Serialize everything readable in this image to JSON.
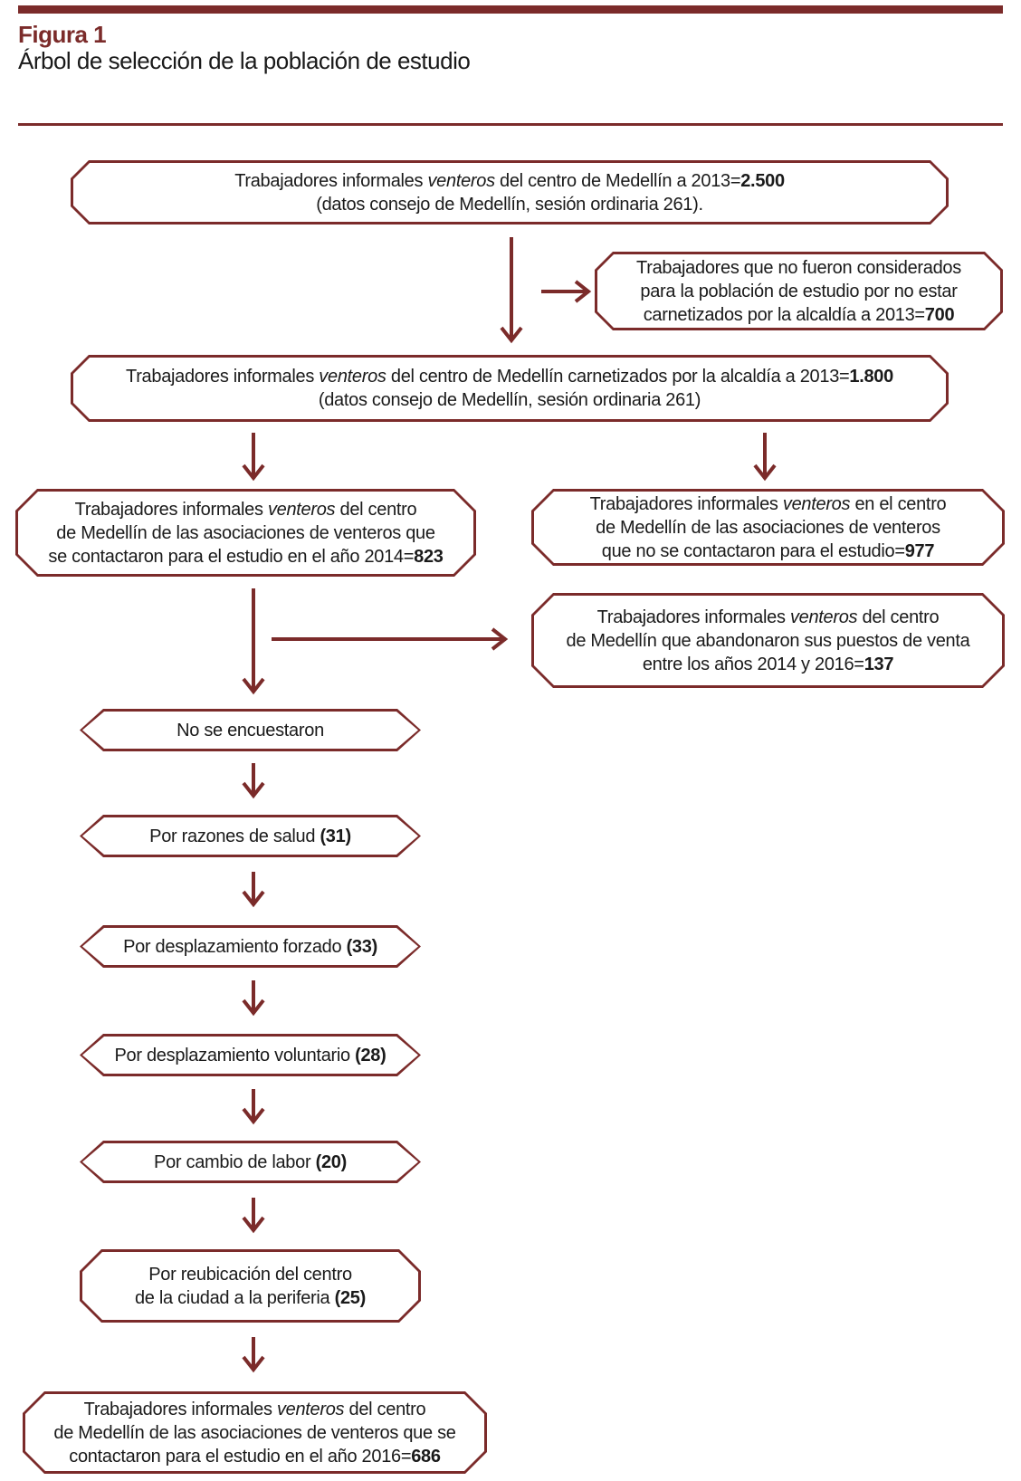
{
  "header": {
    "figure_label": "Figura 1",
    "figure_title": "Árbol de selección de la población de estudio"
  },
  "colors": {
    "accent": "#7b2b2a",
    "text": "#1a1a1a",
    "node_fill": "#ffffff"
  },
  "icons": {
    "arrow_down": "↓",
    "arrow_right": "→"
  },
  "flowchart": {
    "nodes": [
      {
        "id": "informal-workers-2013-total",
        "lines": [
          [
            {
              "text": "Trabajadores informales "
            },
            {
              "text": "venteros",
              "italic": true
            },
            {
              "text": " del centro de Medellín a 2013="
            },
            {
              "text": "2.500",
              "bold": true
            }
          ],
          [
            {
              "text": "(datos consejo de Medellín, sesión ordinaria 261)."
            }
          ]
        ]
      },
      {
        "id": "not-considered-700",
        "lines": [
          [
            {
              "text": "Trabajadores que no fueron considerados"
            }
          ],
          [
            {
              "text": "para la población de estudio por no estar"
            }
          ],
          [
            {
              "text": "carnetizados por la alcaldía a 2013="
            },
            {
              "text": "700",
              "bold": true
            }
          ]
        ]
      },
      {
        "id": "carnetizados-1800",
        "lines": [
          [
            {
              "text": "Trabajadores informales "
            },
            {
              "text": "venteros",
              "italic": true
            },
            {
              "text": " del centro de Medellín carnetizados por la alcaldía a 2013="
            },
            {
              "text": "1.800",
              "bold": true
            }
          ],
          [
            {
              "text": "(datos consejo de Medellín, sesión ordinaria 261)"
            }
          ]
        ]
      },
      {
        "id": "contacted-2014-823",
        "lines": [
          [
            {
              "text": "Trabajadores informales "
            },
            {
              "text": "venteros",
              "italic": true
            },
            {
              "text": " del centro"
            }
          ],
          [
            {
              "text": "de Medellín de las asociaciones de venteros que"
            }
          ],
          [
            {
              "text": "se contactaron para el estudio en el año 2014="
            },
            {
              "text": "823",
              "bold": true
            }
          ]
        ]
      },
      {
        "id": "not-contacted-977",
        "lines": [
          [
            {
              "text": "Trabajadores informales "
            },
            {
              "text": "venteros",
              "italic": true
            },
            {
              "text": " en el centro"
            }
          ],
          [
            {
              "text": "de Medellín de las asociaciones de venteros"
            }
          ],
          [
            {
              "text": "que no se contactaron para el estudio="
            },
            {
              "text": "977",
              "bold": true
            }
          ]
        ]
      },
      {
        "id": "abandoned-posts-137",
        "lines": [
          [
            {
              "text": "Trabajadores informales "
            },
            {
              "text": "venteros",
              "italic": true
            },
            {
              "text": " del centro"
            }
          ],
          [
            {
              "text": "de Medellín que abandonaron sus puestos de venta"
            }
          ],
          [
            {
              "text": "entre los años 2014 y 2016="
            },
            {
              "text": "137",
              "bold": true
            }
          ]
        ]
      },
      {
        "id": "no-se-encuestaron",
        "lines": [
          [
            {
              "text": "No se encuestaron"
            }
          ]
        ]
      },
      {
        "id": "razones-salud-31",
        "lines": [
          [
            {
              "text": "Por razones de salud "
            },
            {
              "text": "(31)",
              "bold": true
            }
          ]
        ]
      },
      {
        "id": "desplazamiento-forzado-33",
        "lines": [
          [
            {
              "text": "Por desplazamiento forzado "
            },
            {
              "text": "(33)",
              "bold": true
            }
          ]
        ]
      },
      {
        "id": "desplazamiento-voluntario-28",
        "lines": [
          [
            {
              "text": "Por desplazamiento voluntario "
            },
            {
              "text": "(28)",
              "bold": true
            }
          ]
        ]
      },
      {
        "id": "cambio-labor-20",
        "lines": [
          [
            {
              "text": "Por cambio de labor "
            },
            {
              "text": "(20)",
              "bold": true
            }
          ]
        ]
      },
      {
        "id": "reubicacion-periferia-25",
        "lines": [
          [
            {
              "text": "Por reubicación del centro"
            }
          ],
          [
            {
              "text": "de la ciudad a la periferia "
            },
            {
              "text": "(25)",
              "bold": true
            }
          ]
        ]
      },
      {
        "id": "contacted-2016-686",
        "lines": [
          [
            {
              "text": "Trabajadores informales "
            },
            {
              "text": "venteros",
              "italic": true
            },
            {
              "text": " del centro"
            }
          ],
          [
            {
              "text": "de Medellín de las asociaciones de venteros que se"
            }
          ],
          [
            {
              "text": "contactaron para el estudio en el año 2016="
            },
            {
              "text": "686",
              "bold": true
            }
          ]
        ]
      }
    ]
  }
}
